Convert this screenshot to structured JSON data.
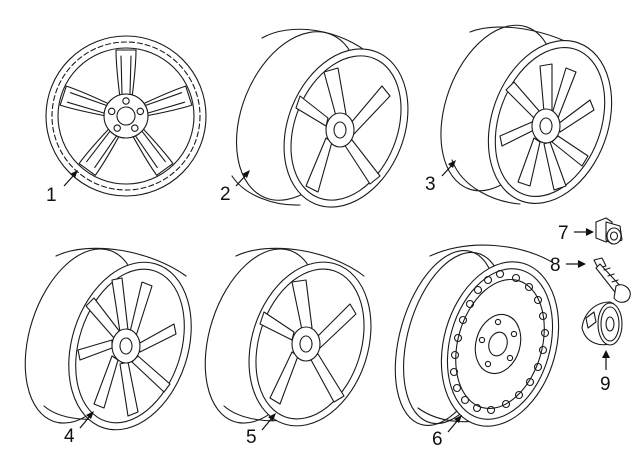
{
  "callouts": [
    {
      "id": "1",
      "label": "1"
    },
    {
      "id": "2",
      "label": "2"
    },
    {
      "id": "3",
      "label": "3"
    },
    {
      "id": "4",
      "label": "4"
    },
    {
      "id": "5",
      "label": "5"
    },
    {
      "id": "6",
      "label": "6"
    },
    {
      "id": "7",
      "label": "7"
    },
    {
      "id": "8",
      "label": "8"
    },
    {
      "id": "9",
      "label": "9"
    }
  ],
  "parts": [
    {
      "callout": "1",
      "icon": "alloy-wheel-5-spoke-front-view-icon"
    },
    {
      "callout": "2",
      "icon": "alloy-wheel-y-spoke-angled-icon"
    },
    {
      "callout": "3",
      "icon": "alloy-wheel-split-spoke-angled-icon"
    },
    {
      "callout": "4",
      "icon": "alloy-wheel-double-spoke-angled-icon"
    },
    {
      "callout": "5",
      "icon": "alloy-wheel-y-spoke-angled-icon"
    },
    {
      "callout": "6",
      "icon": "steel-wheel-icon"
    },
    {
      "callout": "7",
      "icon": "lug-nut-icon"
    },
    {
      "callout": "8",
      "icon": "tire-valve-stem-icon"
    },
    {
      "callout": "9",
      "icon": "center-cap-icon"
    }
  ],
  "colors": {
    "line": "#1a1a1a",
    "background": "#ffffff"
  }
}
